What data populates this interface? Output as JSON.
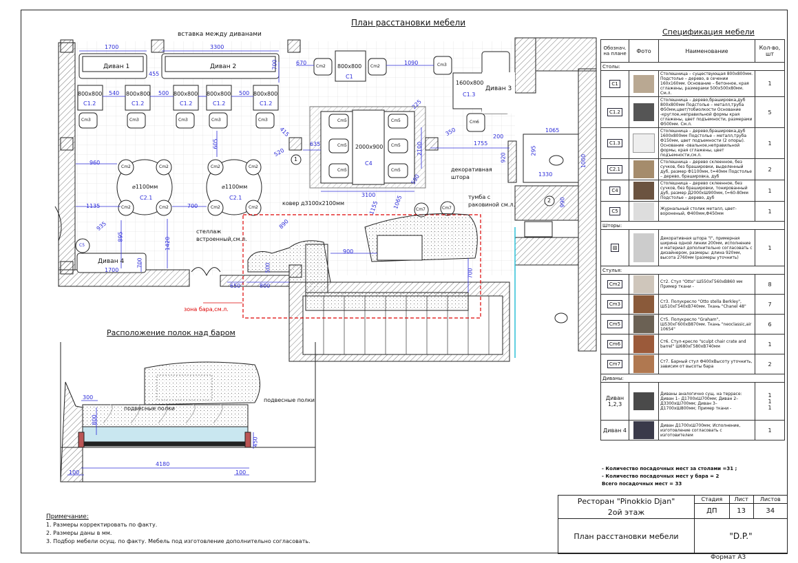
{
  "plan_title": "План расстановки мебели",
  "shelf_title": "Расположение полок над баром",
  "spec_title": "Спецификация мебели",
  "plan_labels": {
    "insert": "вставка между диванами",
    "sofa1": "Диван 1",
    "sofa2": "Диван 2",
    "sofa3": "Диван 3",
    "sofa4": "Диван 4",
    "d1700": "1700",
    "d3300": "3300",
    "d455": "455",
    "d700": "700",
    "d670": "670",
    "d1090": "1090",
    "t800": "800х800",
    "t1600": "1600х800",
    "t2000": "2000х900",
    "d540": "540",
    "d500": "500",
    "c1": "С1",
    "c12": "С1.2",
    "c13": "С1.3",
    "c21": "С2.1",
    "c4": "С4",
    "c5": "С5",
    "cm2": "Cm2",
    "cm3": "Cm3",
    "cm5": "Cm5",
    "cm6": "Cm6",
    "cm7": "Cm7",
    "d1100": "⌀1100мм",
    "d960": "960",
    "d605": "605",
    "d415": "415",
    "d520": "520",
    "d635": "635",
    "d225": "225",
    "d2100": "2100",
    "d350": "350",
    "d200": "200",
    "d1755": "1755",
    "d1065": "1065",
    "d295": "295",
    "d1000": "1000",
    "d1330": "1330",
    "d920": "920",
    "d990": "990",
    "d1135": "1135",
    "d935": "935",
    "d895": "895",
    "d1420": "1420",
    "d3100": "3100",
    "d1155": "1155",
    "d590": "590",
    "d890": "890",
    "d900": "900",
    "d650": "650",
    "d800": "800",
    "marker1": "1",
    "marker2": "2",
    "carpet": "ковер д3100х2100мм",
    "curtain1": "декоративная",
    "curtain2": "штора",
    "stand1": "тумба с",
    "stand2": "раковиной см.л.",
    "rack1": "стеллаж",
    "rack2": "встроенный,см.л.",
    "bar_zone": "зона бара,см.л."
  },
  "shelf_labels": {
    "hang1": "подвесные полки",
    "hang2": "подвесные полки",
    "d300": "300",
    "d800": "800",
    "d450": "450",
    "d4180": "4180",
    "d100a": "100",
    "d100b": "100"
  },
  "notes": {
    "title": "Примечание:",
    "n1": "1. Размеры корректировать по факту.",
    "n2": "2. Размеры даны в мм.",
    "n3": "3. Подбор мебели осущ. по факту. Мебель под изготовление дополнительно согласовать."
  },
  "spec": {
    "col_code": "Обознач. на плане",
    "col_photo": "Фото",
    "col_name": "Наименование",
    "col_qty": "Кол-во, шт",
    "sec_tables": "Столы:",
    "sec_curtains": "Шторы:",
    "sec_chairs": "Стулья:",
    "sec_sofas": "Диваны:",
    "rows": [
      {
        "code": "С1",
        "name": "Столешница – существующая 800х800мм. Подстолье – дерево, в сечении 160х160мм. Основание – бетонное, края сглажены, размерами 500х500х80мм. См.л.",
        "qty": "1"
      },
      {
        "code": "С1.2",
        "name": "Столешница – дерево,брашировка,дуб 800х800мм Подстолье – металл,труба Ф50мм,цвет/тобиолкости Основание -круглое,неправильной формы края сглажены, цвет подъемности, размерами Ф500мм. См.л.",
        "qty": "5"
      },
      {
        "code": "С1.3",
        "name": "Столешница – дерево,брашировка,дуб 1600х800мм Подстолье – металл,труба Ф150мм, цвет подъемности (2 опоры). Основание -овальное,неправильной формы, края сглажены, цвет подъемности,см.л.",
        "qty": "1"
      },
      {
        "code": "С2.1",
        "name": "Столешница – дерево склеенное, без сучков, без брашировки, выделенный дуб, размер Ф1100мм, t=40мм Подстолье – дерево, брашировка, дуб",
        "qty": "2"
      },
      {
        "code": "С4",
        "name": "Столешница – дерево склеенное, без сучков, без брашировки, тонированный дуб, размер Д2000хШ900мм, t=60-80мм Подстолье – дерево, дуб",
        "qty": "1"
      },
      {
        "code": "С5",
        "name": "Журнальный столик металл, цвет-вороненый, Ф400мм,Ф450мм",
        "qty": "1"
      }
    ],
    "curtain_row": {
      "name": "Декоративная штора \"I\", примерная ширина одной линии 200мм, исполнение и материал дополнительно согласовать с дизайнером, размеры: длина 920мм, высота 2760мм (размеры уточнить)",
      "qty": "1"
    },
    "chair_rows": [
      {
        "code": "Cm2",
        "name": "Ст2. Стул \"Otto\" Ш550хГ560хВ860 мм Пример ткани -",
        "qty": "8"
      },
      {
        "code": "Cm3",
        "name": "Ст3. Полукресло \"Otto stella Berkley\", Ш510хГ540хВ740мм. Ткань \"Chanel 48\"",
        "qty": "7"
      },
      {
        "code": "Cm5",
        "name": "Ст5. Полукресло \"Graham\", Ш530хГ600хВ870мм. Ткань \"neoclassic,air 10654\"",
        "qty": "6"
      },
      {
        "code": "Cm6",
        "name": "Ст6. Стул-кресло \"sculpt chair crate and barrel\" Ш680хГ580хВ740мм",
        "qty": "1"
      },
      {
        "code": "Cm7",
        "name": "Ст7. Барный стул Ф400хВысоту уточнить, зависим от высоты бара",
        "qty": "2"
      }
    ],
    "sofa_rows": [
      {
        "code": "Диван 1,2,3",
        "name": "Диваны аналогично сущ. на террасе: Диван 1– Д1700хШ700мм; Диван 2– Д3300хШ700мм; Диван 3– Д1700хШ800мм; Пример ткани -",
        "qty": "1\n1\n1"
      },
      {
        "code": "Диван 4",
        "name": "Диван Д1700хШ700мм; Исполнение, изготовление согласовать с изготовителем",
        "qty": "1"
      }
    ],
    "summary1": "- Количество посадочных мест за столами =31 ;",
    "summary2": "- Количество посадочных мест у бара = 2",
    "summary3": "Всего посадочных мест = 33"
  },
  "title_block": {
    "project": "Ресторан \"Pinokkio Djan\"",
    "floor": "2ой этаж",
    "h_stage": "Стадия",
    "h_sheet": "Лист",
    "h_sheets": "Листов",
    "stage": "ДП",
    "sheet": "13",
    "sheets": "34",
    "drawing": "План расстановки мебели",
    "company": "\"D.P.\"",
    "format": "Формат А3"
  }
}
